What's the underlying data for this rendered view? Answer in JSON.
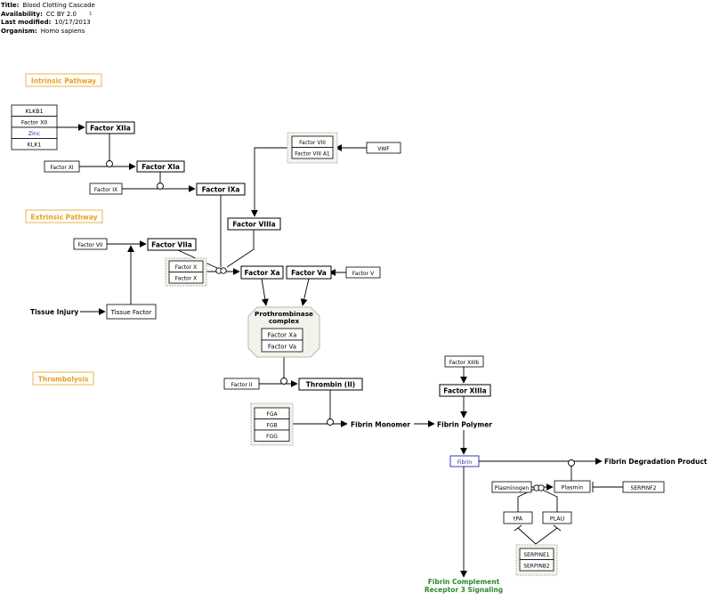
{
  "metadata": {
    "title_label": "Title:",
    "title": "Blood Clotting Cascade",
    "availability_label": "Availability:",
    "availability": "CC BY 2.0",
    "last_modified_label": "Last modified:",
    "last_modified": "10/17/2013",
    "organism_label": "Organism:",
    "organism": "Homo sapiens",
    "superscript": "1"
  },
  "labels": {
    "intrinsic": "Intrinsic Pathway",
    "extrinsic": "Extrinsic Pathway",
    "thrombolysis": "Thrombolysis"
  },
  "nodes": {
    "klkb1": "KLKB1",
    "factor_xii": "Factor XII",
    "zinc": "Zinc",
    "klk1": "KLK1",
    "factor_xiia": "Factor XIIa",
    "factor_xi": "Factor XI",
    "factor_xia": "Factor XIa",
    "factor_ix": "Factor IX",
    "factor_ixa": "Factor IXa",
    "factor_viii": "Factor VIII",
    "factor_viii_a1": "Factor VIII A1",
    "vwf": "VWF",
    "factor_viiia": "Factor VIIIa",
    "factor_vii": "Factor VII",
    "factor_viia": "Factor VIIa",
    "factor_x_1": "Factor X",
    "factor_x_2": "Factor X",
    "factor_xa": "Factor Xa",
    "factor_va": "Factor Va",
    "factor_v": "Factor V",
    "tissue_injury": "Tissue Injury",
    "tissue_factor": "Tissue Factor",
    "prothrombinase": "Prothrombinase complex",
    "pc_factor_xa": "Factor Xa",
    "pc_factor_va": "Factor Va",
    "factor_ii": "Factor II",
    "thrombin": "Thrombin (II)",
    "fga": "FGA",
    "fgb": "FGB",
    "fgg": "FGG",
    "fibrin_monomer": "Fibrin Monomer",
    "fibrin_polymer": "Fibrin Polymer",
    "factor_xiiib": "Factor XIIIb",
    "factor_xiiia": "Factor XIIIa",
    "fibrin": "Fibrin",
    "fibrin_degradation": "Fibrin Degradation Product",
    "plasminogen": "Plasminogen",
    "plasmin": "Plasmin",
    "serpinf2": "SERPINF2",
    "tpa": "tPA",
    "plau": "PLAU",
    "serpine1": "SERPINE1",
    "serpinb2": "SERPINB2",
    "fibrin_complement": "Fibrin Complement Receptor 3 Signaling"
  },
  "colors": {
    "label_orange": "#e8a020",
    "metabolite_blue": "#2a2ab0",
    "pathway_green": "#2a8a2a",
    "group_fill": "#f3f3ee"
  }
}
